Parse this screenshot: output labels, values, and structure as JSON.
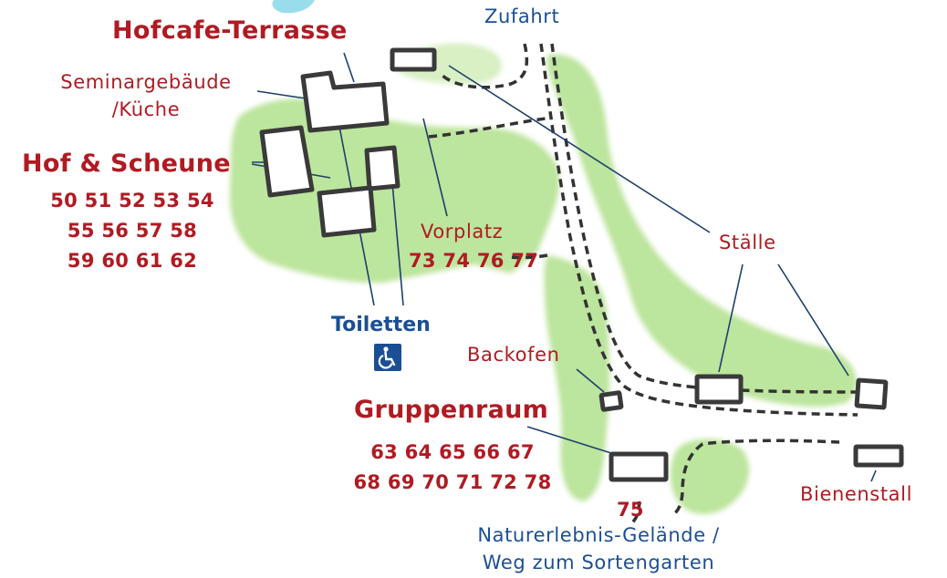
{
  "labels": {
    "zufahrt": "Zufahrt",
    "hofcafe": "Hofcafe-Terrasse",
    "seminar_line1": "Seminargebäude",
    "seminar_line2": "/Küche",
    "hof_scheune": "Hof & Scheune",
    "vorplatz": "Vorplatz",
    "staelle": "Ställe",
    "toiletten": "Toiletten",
    "backofen": "Backofen",
    "gruppenraum": "Gruppenraum",
    "bienenstall": "Bienenstall",
    "naturerlebnis_line1": "Naturerlebnis-Gelände /",
    "naturerlebnis_line2": "Weg zum Sortengarten"
  },
  "numbers": {
    "hof_scheune": [
      "50  51  52  53  54",
      "55  56  57  58",
      "59  60  61  62"
    ],
    "vorplatz": "73 74 76 77",
    "gruppenraum": [
      "63  64  65  66  67",
      "68  69  70  71  72  78"
    ],
    "naturerlebnis": "75"
  },
  "icons": {
    "accessible": "wheelchair-icon"
  },
  "colors": {
    "label_red": "#b11a22",
    "label_blue": "#1b4f93",
    "green_area": "#a6dc7c",
    "building_outline": "#3a3a3a",
    "water": "#7fd4e8"
  }
}
